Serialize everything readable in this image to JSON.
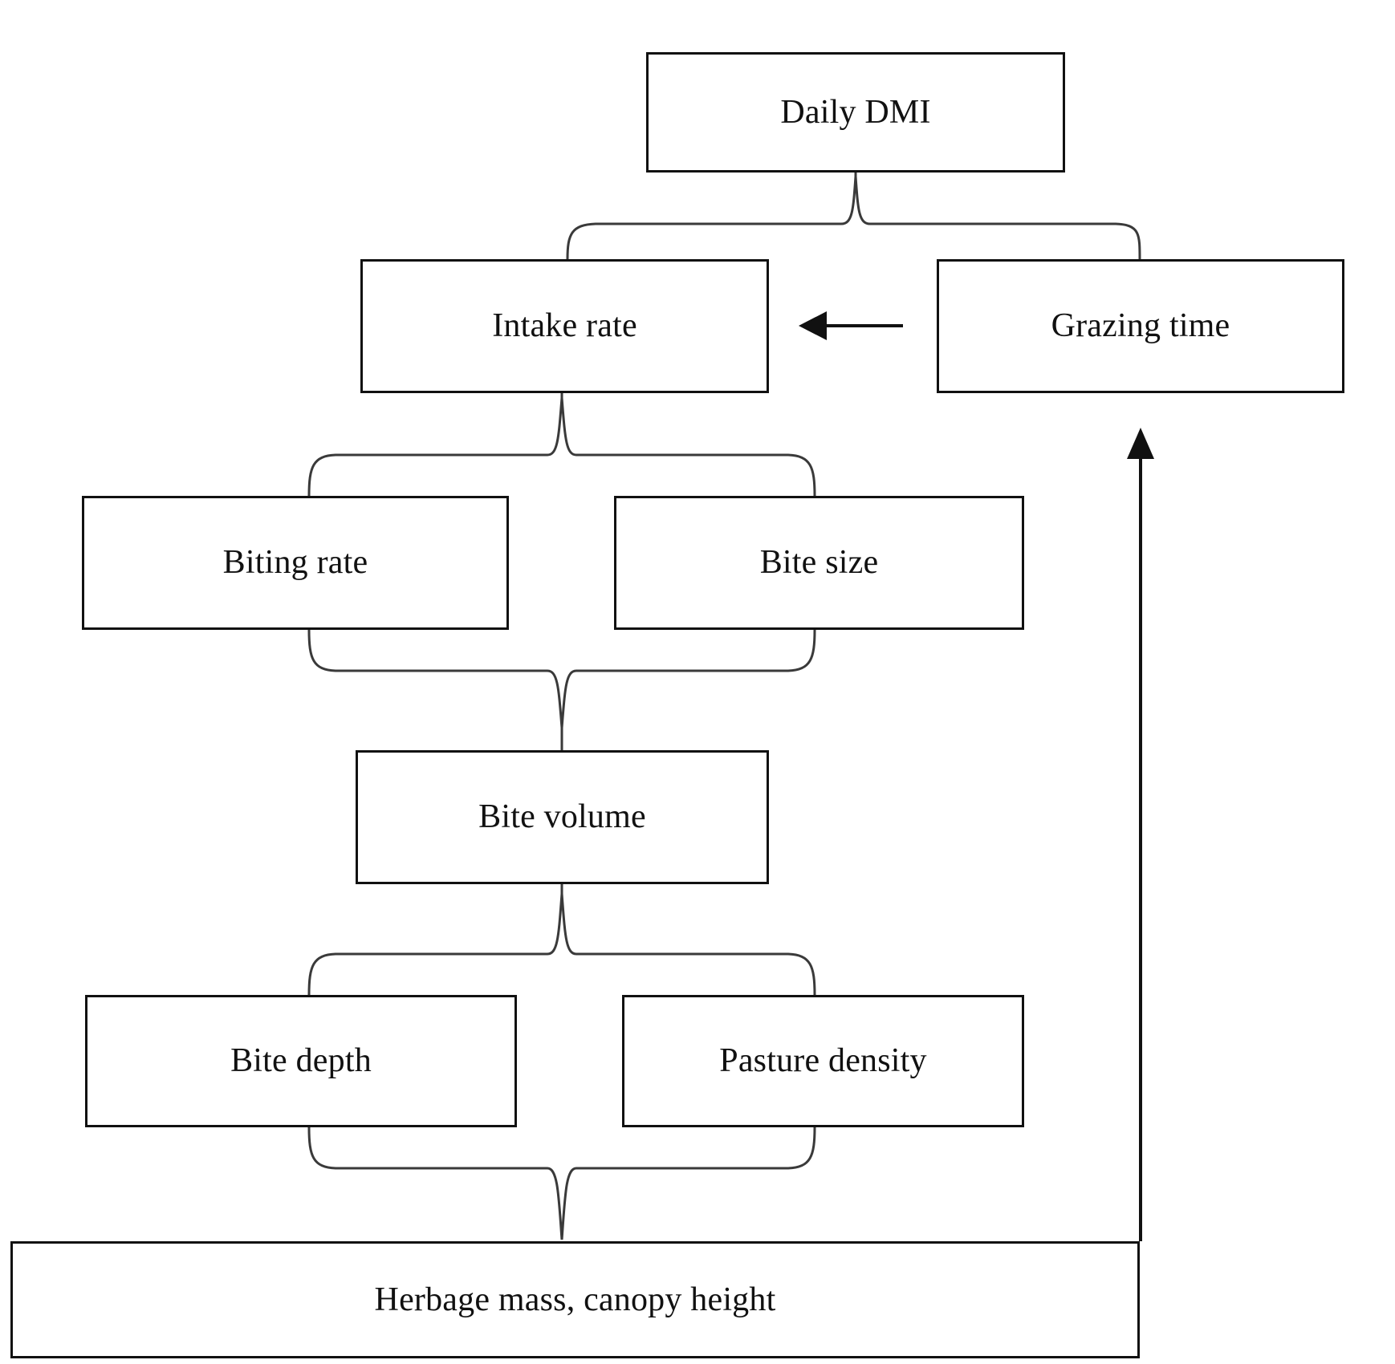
{
  "diagram": {
    "title": "Daily dry matter intake hierarchy",
    "background_color": "#ffffff",
    "box_border_color": "#111111",
    "brace_color": "#3a3a3a",
    "nodes": {
      "daily_dmi": "Daily DMI",
      "intake_rate": "Intake rate",
      "grazing_time": "Grazing time",
      "biting_rate": "Biting rate",
      "bite_size": "Bite size",
      "bite_volume": "Bite volume",
      "bite_depth": "Bite depth",
      "pasture_density": "Pasture density",
      "herbage": "Herbage mass, canopy height"
    },
    "connectors": [
      {
        "name": "brace-dmi-from-intake-and-grazing",
        "type": "curly-brace-up",
        "from": [
          "Intake rate",
          "Grazing time"
        ],
        "to": "Daily DMI"
      },
      {
        "name": "arrow-grazing-to-intake",
        "type": "arrow-left",
        "from": "Grazing time",
        "to": "Intake rate"
      },
      {
        "name": "brace-intake-from-biting-and-bite-size",
        "type": "curly-brace-up",
        "from": [
          "Biting rate",
          "Bite size"
        ],
        "to": "Intake rate"
      },
      {
        "name": "brace-biting-and-bite-size-to-volume",
        "type": "curly-brace-down",
        "from": [
          "Biting rate",
          "Bite size"
        ],
        "to": "Bite volume"
      },
      {
        "name": "brace-volume-from-depth-and-density",
        "type": "curly-brace-up",
        "from": [
          "Bite depth",
          "Pasture density"
        ],
        "to": "Bite volume"
      },
      {
        "name": "brace-depth-and-density-to-herbage",
        "type": "curly-brace-down",
        "from": [
          "Bite depth",
          "Pasture density"
        ],
        "to": "Herbage mass, canopy height"
      },
      {
        "name": "arrow-herbage-to-grazing-time",
        "type": "arrow-up",
        "from": "Herbage mass, canopy height",
        "to": "Grazing time"
      }
    ]
  }
}
